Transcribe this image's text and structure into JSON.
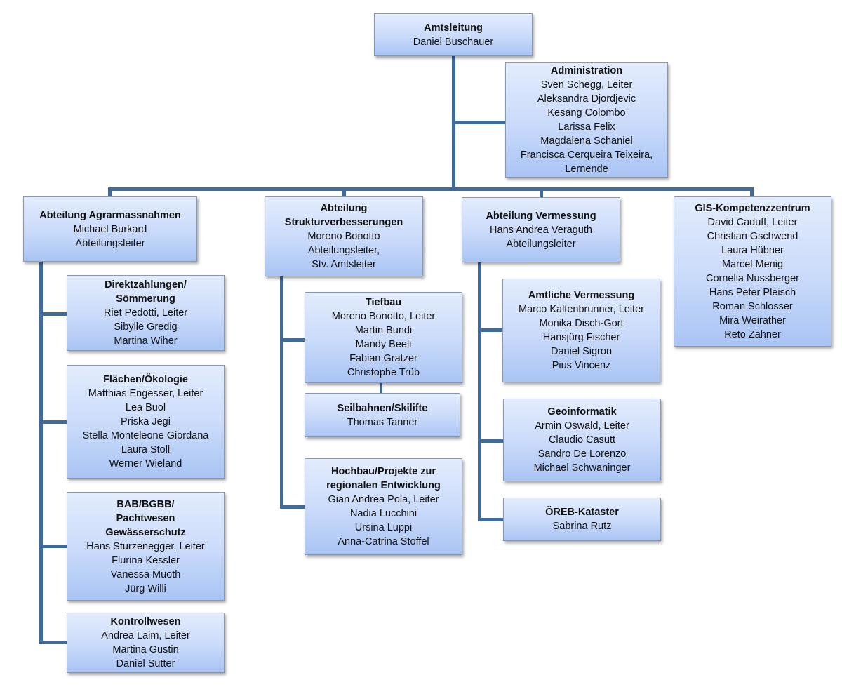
{
  "chart_title": "Organigramm Amt",
  "nodes": {
    "amtsleitung": {
      "title": "Amtsleitung",
      "members": [
        "Daniel Buschauer"
      ]
    },
    "administration": {
      "title": "Administration",
      "members": [
        "Sven Schegg, Leiter",
        "Aleksandra Djordjevic",
        "Kesang Colombo",
        "Larissa Felix",
        "Magdalena Schaniel",
        "Francisca Cerqueira Teixeira,",
        "Lernende"
      ]
    },
    "agrar": {
      "title": "Abteilung Agrarmassnahmen",
      "members": [
        "Michael Burkard",
        "Abteilungsleiter"
      ]
    },
    "direkt": {
      "title": "Direktzahlungen/ Sömmerung",
      "members": [
        "Riet Pedotti, Leiter",
        "Sibylle Gredig",
        "Martina Wiher"
      ]
    },
    "flaechen": {
      "title": "Flächen/Ökologie",
      "members": [
        "Matthias Engesser, Leiter",
        "Lea Buol",
        "Priska Jegi",
        "Stella Monteleone Giordana",
        "Laura Stoll",
        "Werner Wieland"
      ]
    },
    "bab": {
      "title": "BAB/BGBB/ Pachtwesen Gewässerschutz",
      "members": [
        "Hans Sturzenegger, Leiter",
        "Flurina Kessler",
        "Vanessa Muoth",
        "Jürg Willi"
      ]
    },
    "kontroll": {
      "title": "Kontrollwesen",
      "members": [
        "Andrea Laim, Leiter",
        "Martina Gustin",
        "Daniel Sutter"
      ]
    },
    "struktur": {
      "title": "Abteilung Strukturverbesserungen",
      "members": [
        "Moreno Bonotto",
        "Abteilungsleiter,",
        "Stv. Amtsleiter"
      ]
    },
    "tiefbau": {
      "title": "Tiefbau",
      "members": [
        "Moreno Bonotto, Leiter",
        "Martin Bundi",
        "Mandy Beeli",
        "Fabian Gratzer",
        "Christophe Trüb"
      ]
    },
    "seilbahnen": {
      "title": "Seilbahnen/Skilifte",
      "members": [
        "Thomas Tanner"
      ]
    },
    "hochbau": {
      "title": "Hochbau/Projekte zur regionalen Entwicklung",
      "members": [
        "Gian Andrea Pola, Leiter",
        "Nadia Lucchini",
        "Ursina Luppi",
        "Anna-Catrina Stoffel"
      ]
    },
    "vermessung": {
      "title": "Abteilung Vermessung",
      "members": [
        "Hans Andrea Veraguth",
        "Abteilungsleiter"
      ]
    },
    "amtlich": {
      "title": "Amtliche Vermessung",
      "members": [
        "Marco Kaltenbrunner, Leiter",
        "Monika Disch-Gort",
        "Hansjürg Fischer",
        "Daniel Sigron",
        "Pius Vincenz"
      ]
    },
    "geoinf": {
      "title": "Geoinformatik",
      "members": [
        "Armin Oswald, Leiter",
        "Claudio Casutt",
        "Sandro De Lorenzo",
        "Michael Schwaninger"
      ]
    },
    "oereb": {
      "title": "ÖREB-Kataster",
      "members": [
        "Sabrina Rutz"
      ]
    },
    "gis": {
      "title": "GIS-Kompetenzzentrum",
      "members": [
        "David Caduff, Leiter",
        "Christian Gschwend",
        "Laura Hübner",
        "Marcel Menig",
        "Cornelia Nussberger",
        "Hans Peter Pleisch",
        "Roman Schlosser",
        "Mira Weirather",
        "Reto Zahner"
      ]
    }
  },
  "colors": {
    "connector": "#3f6a9a",
    "box_top": "#e3ecfd",
    "box_bottom": "#a9c4f4"
  }
}
